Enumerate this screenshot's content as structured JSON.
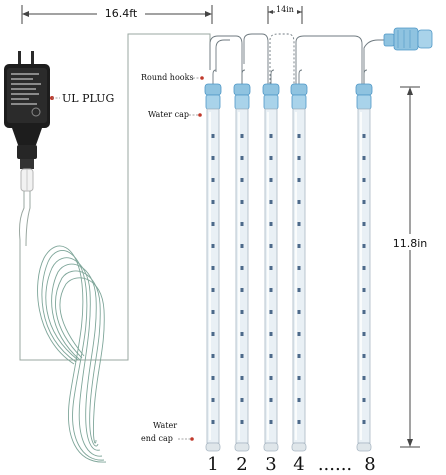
{
  "dimensions": {
    "cable_length": "16.4ft",
    "tube_spacing": "14in",
    "tube_length": "11.8in"
  },
  "callouts": {
    "round_hooks": "Round hooks",
    "water_cap": "Water cap",
    "water_end_cap_line1": "Water",
    "water_end_cap_line2": "end cap",
    "plug": "UL PLUG"
  },
  "tubes": [
    {
      "label": "1"
    },
    {
      "label": "2"
    },
    {
      "label": "3"
    },
    {
      "label": "4"
    },
    {
      "label": "......"
    },
    {
      "label": "8"
    }
  ],
  "colors": {
    "tube": "#e9f0f5",
    "tube_edge": "#aab8c4",
    "cap": "#8fc3e0",
    "cap_dark": "#4f97c6",
    "wire": "#9aa7a0",
    "adapter": "#1d1d1d",
    "coil": "#7fa69a"
  }
}
